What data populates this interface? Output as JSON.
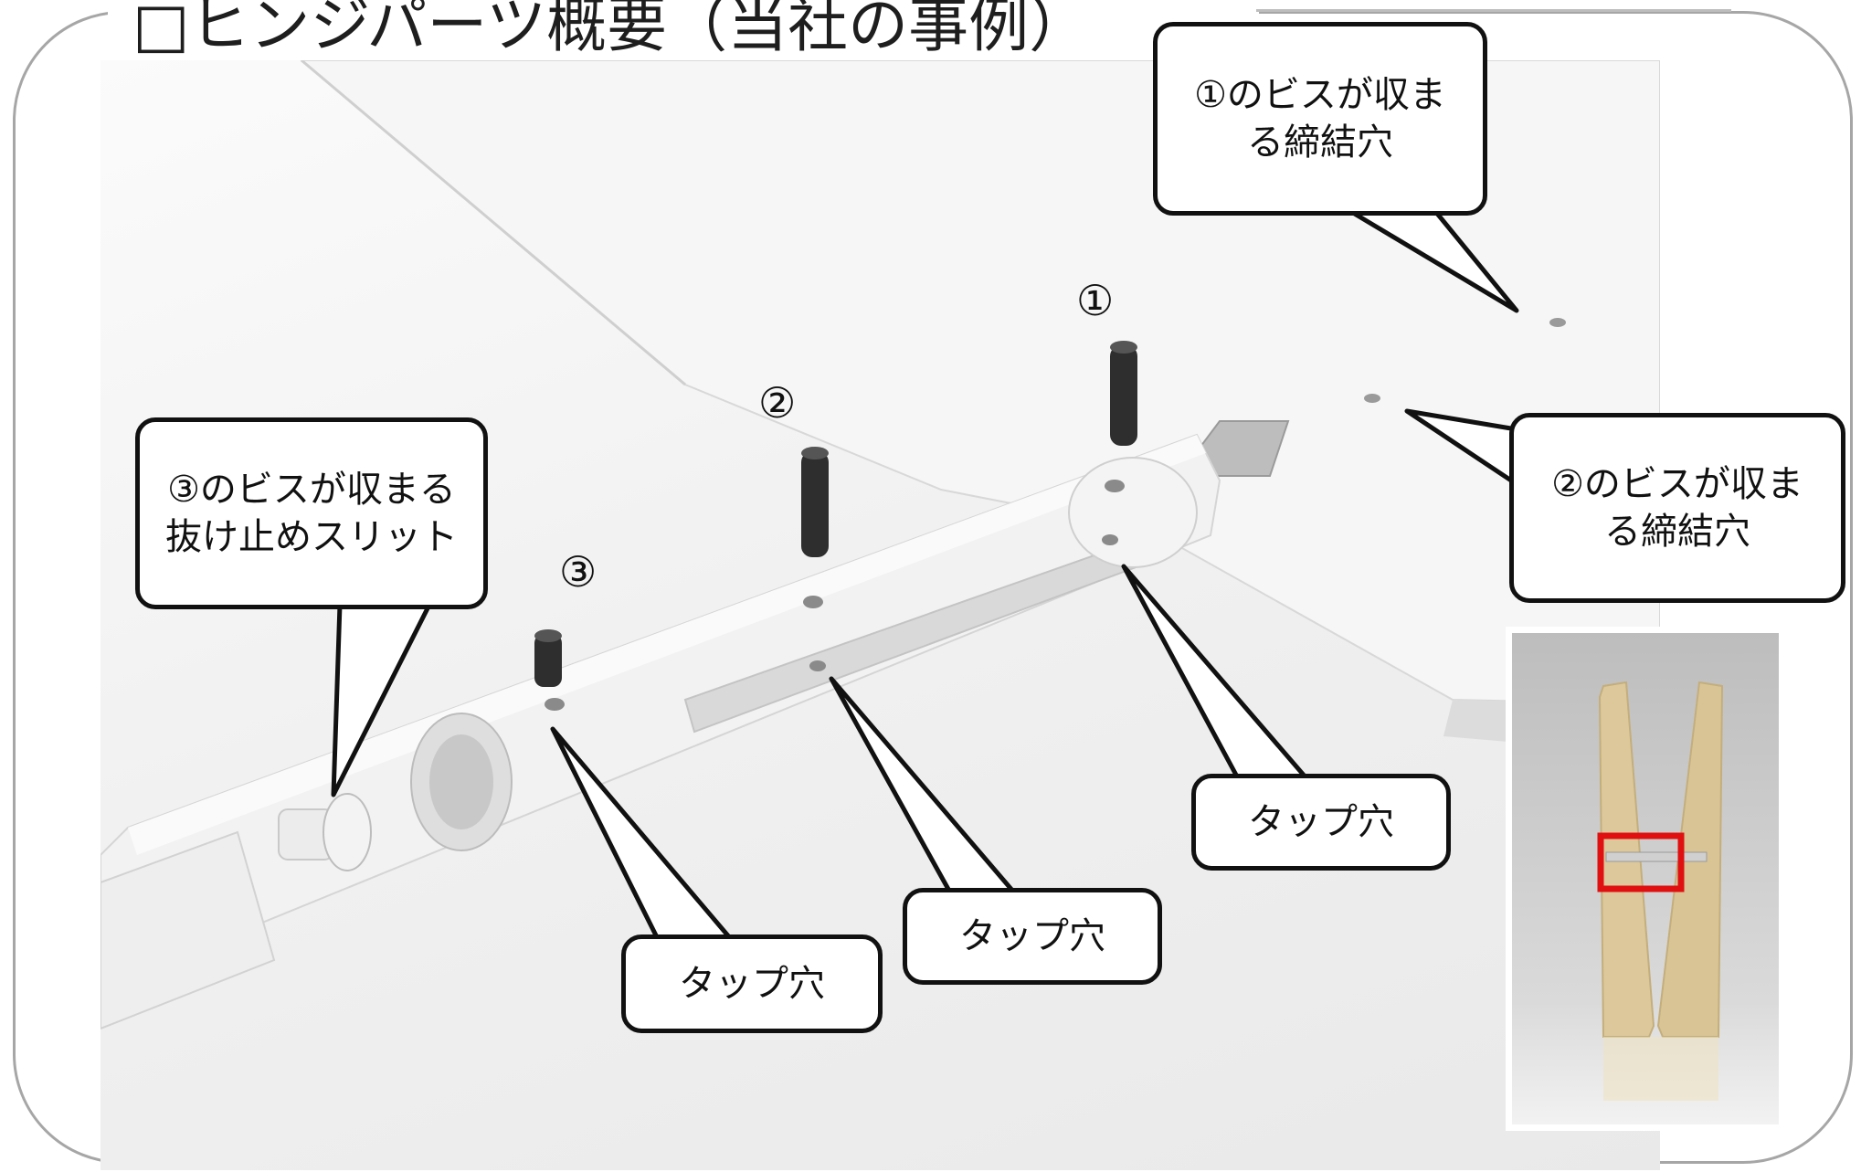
{
  "title": "□ヒンジパーツ概要（当社の事例）",
  "callouts": {
    "hole1": "①のビスが収ま\nる締結穴",
    "hole2": "②のビスが収ま\nる締結穴",
    "slit3": "③のビスが収まる\n抜け止めスリット",
    "tap_left": "タップ穴",
    "tap_mid": "タップ穴",
    "tap_right": "タップ穴"
  },
  "markers": {
    "m1": "①",
    "m2": "②",
    "m3": "③"
  },
  "colors": {
    "frame": "#a6a6a6",
    "callout_border": "#111111",
    "inset_highlight": "#e01010",
    "wood": "#dcc89a"
  }
}
